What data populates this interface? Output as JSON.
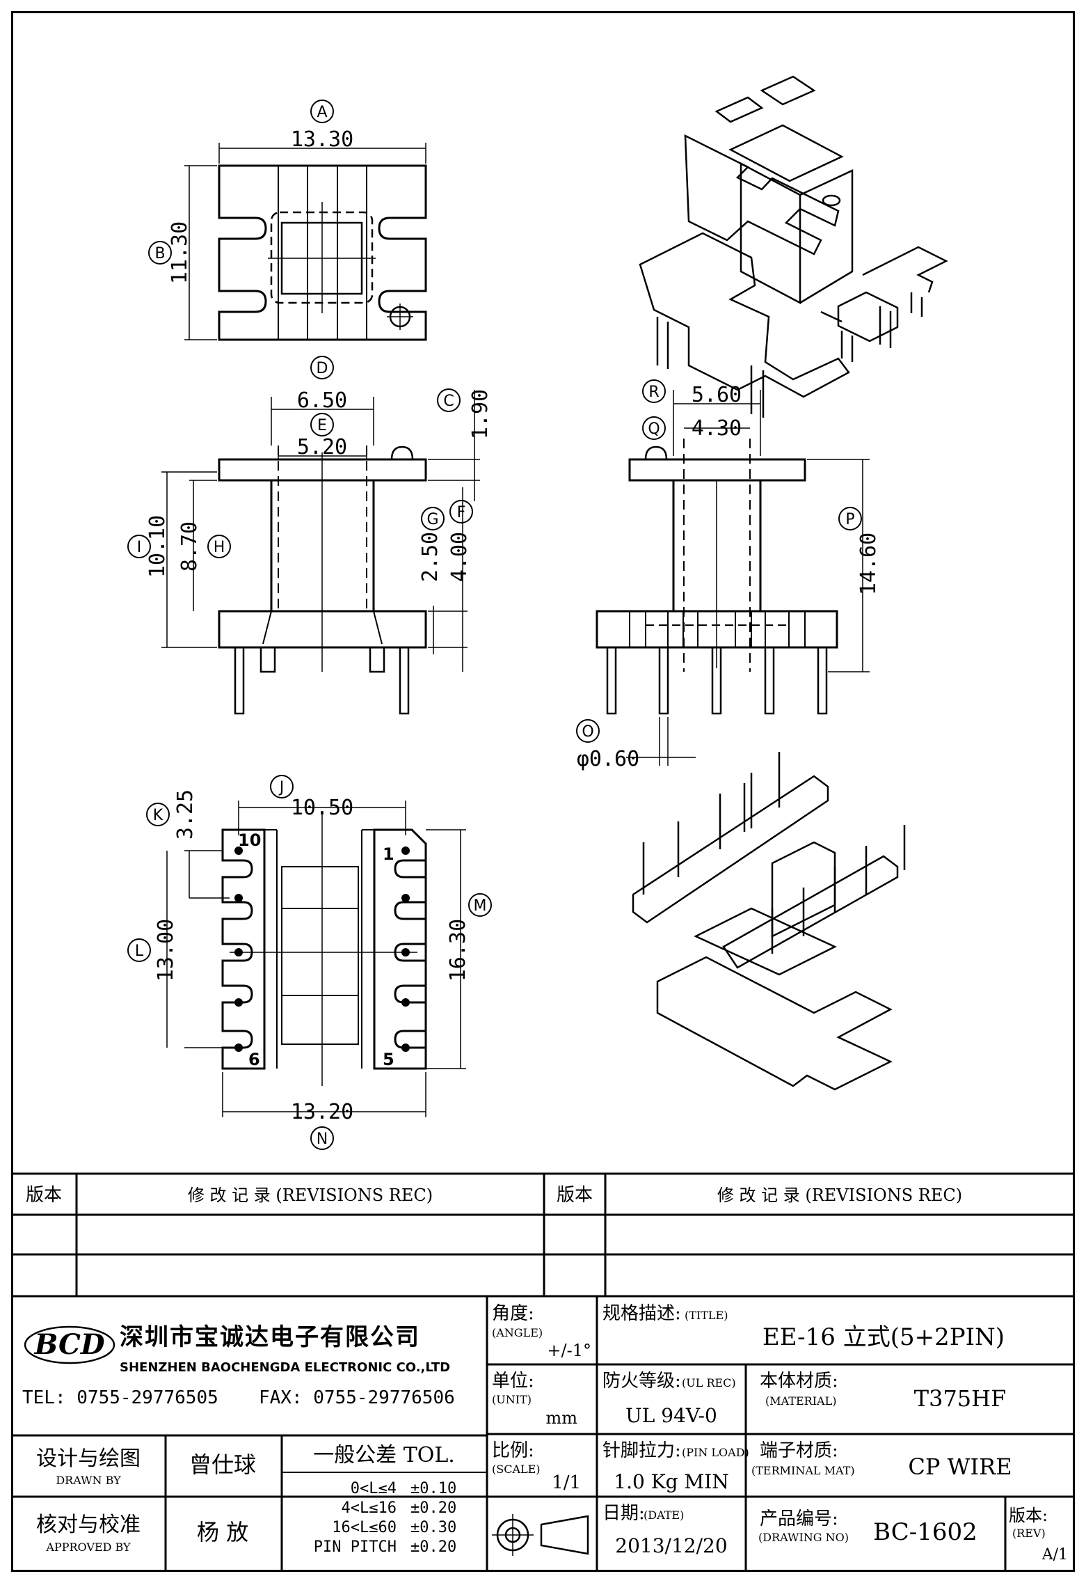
{
  "dimensions": {
    "top": {
      "A": "13.30",
      "B": "11.30"
    },
    "front": {
      "D": "6.50",
      "E": "5.20",
      "C": "1.90",
      "I": "10.10",
      "H": "8.70",
      "G": "2.50",
      "F": "4.00"
    },
    "side": {
      "R": "5.60",
      "Q": "4.30",
      "P": "14.60",
      "O": "φ0.60"
    },
    "bottom": {
      "J": "10.50",
      "K": "3.25",
      "L": "13.00",
      "M": "16.30",
      "N": "13.20"
    },
    "pins": [
      "10",
      "1",
      "6",
      "5"
    ]
  },
  "markers": [
    "A",
    "B",
    "C",
    "D",
    "E",
    "F",
    "G",
    "H",
    "I",
    "J",
    "K",
    "L",
    "M",
    "N",
    "O",
    "P",
    "Q",
    "R"
  ],
  "revisions": {
    "col_version": "版本",
    "col_record": "修  改  记  录  (REVISIONS REC)"
  },
  "company": {
    "logo": "BCD",
    "name_cn": "深圳市宝诚达电子有限公司",
    "name_en": "SHENZHEN BAOCHENGDA ELECTRONIC CO.,LTD",
    "tel": "TEL: 0755-29776505",
    "fax": "FAX: 0755-29776506"
  },
  "titleblock": {
    "angle_label": "角度:",
    "angle_sub": "(ANGLE)",
    "angle_val": "+/-1°",
    "unit_label": "单位:",
    "unit_sub": "(UNIT)",
    "unit_val": "mm",
    "scale_label": "比例:",
    "scale_sub": "(SCALE)",
    "scale_val": "1/1",
    "title_label": "规格描述:",
    "title_sub": "(TITLE)",
    "title_val": "EE-16 立式(5+2PIN)",
    "ul_label": "防火等级:",
    "ul_sub": "(UL REC)",
    "ul_val": "UL 94V-0",
    "material_label": "本体材质:",
    "material_sub": "(MATERIAL)",
    "material_val": "T375HF",
    "pinload_label": "针脚拉力:",
    "pinload_sub": "(PIN LOAD)",
    "pinload_val": "1.0 Kg MIN",
    "terminal_label": "端子材质:",
    "terminal_sub": "(TERMINAL MAT)",
    "terminal_val": "CP WIRE",
    "date_label": "日期:",
    "date_sub": "(DATE)",
    "date_val": "2013/12/20",
    "drawno_label": "产品编号:",
    "drawno_sub": "(DRAWING NO)",
    "drawno_val": "BC-1602",
    "rev_label": "版本:",
    "rev_sub": "(REV)",
    "rev_val": "A/1",
    "drawn_label": "设计与绘图",
    "drawn_sub": "DRAWN BY",
    "drawn_name": "曾仕球",
    "approved_label": "核对与校准",
    "approved_sub": "APPROVED BY",
    "approved_name": "杨  放",
    "tol_title": "一般公差 TOL.",
    "tol_rows": [
      {
        "range": "0<L≤4",
        "val": "±0.10"
      },
      {
        "range": "4<L≤16",
        "val": "±0.20"
      },
      {
        "range": "16<L≤60",
        "val": "±0.30"
      },
      {
        "range": "PIN PITCH",
        "val": "±0.20"
      }
    ]
  }
}
